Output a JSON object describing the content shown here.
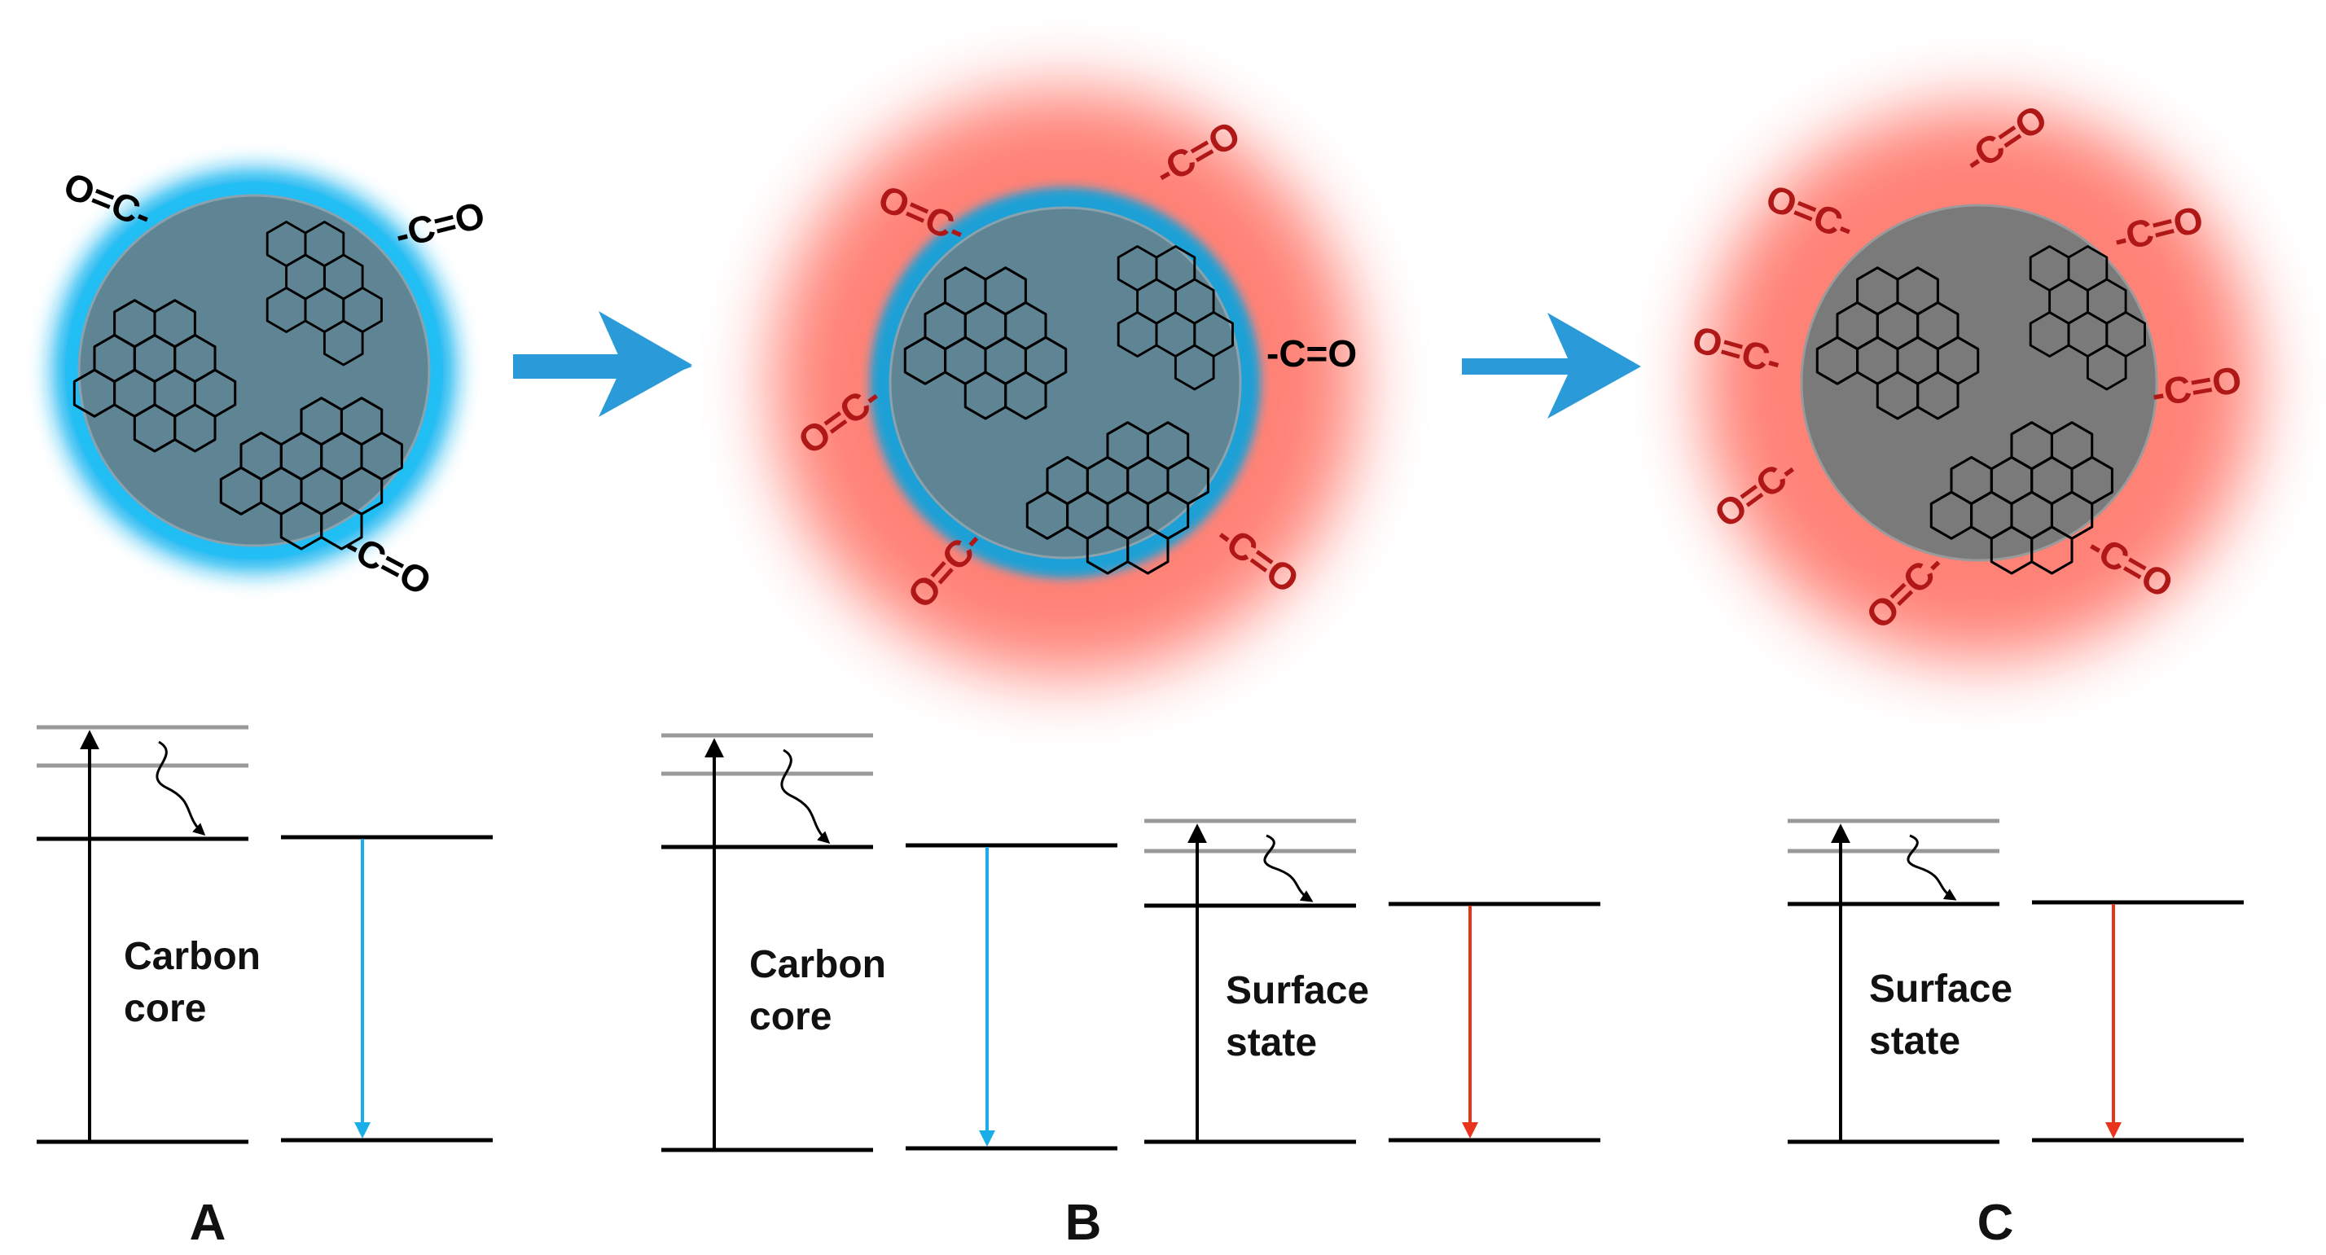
{
  "panels": [
    {
      "id": "A",
      "label": "A",
      "core_state_label": [
        "Carbon",
        "core"
      ],
      "groups": [
        "O=C-",
        "-C=O",
        "-C=O"
      ]
    },
    {
      "id": "B",
      "label": "B",
      "core_state_label": [
        "Carbon",
        "core"
      ],
      "surface_state_label": [
        "Surface",
        "state"
      ],
      "groups": [
        "O=C-",
        "-C=O",
        "-C=O",
        "O=C-",
        "O=C-",
        "-C=O"
      ]
    },
    {
      "id": "C",
      "label": "C",
      "surface_state_label": [
        "Surface",
        "state"
      ],
      "groups": [
        "O=C-",
        "-C=O",
        "-C=O",
        "O=C-",
        "-C=O",
        "O=C-",
        "-C=O",
        "O=C-"
      ]
    }
  ],
  "colors": {
    "core_fill": "#5f8494",
    "core_fill_c": "#7a7a7a",
    "blue_glow": "#19b5f0",
    "blue_ring": "#1aa0d6",
    "red_glow": "#ff7b70",
    "arrow": "#2a9bd8",
    "blue_emission": "#19aee8",
    "red_emission": "#e8341c",
    "level_black": "#000000",
    "level_grey": "#999999",
    "group_black": "#000000",
    "group_red": "#b01818"
  }
}
